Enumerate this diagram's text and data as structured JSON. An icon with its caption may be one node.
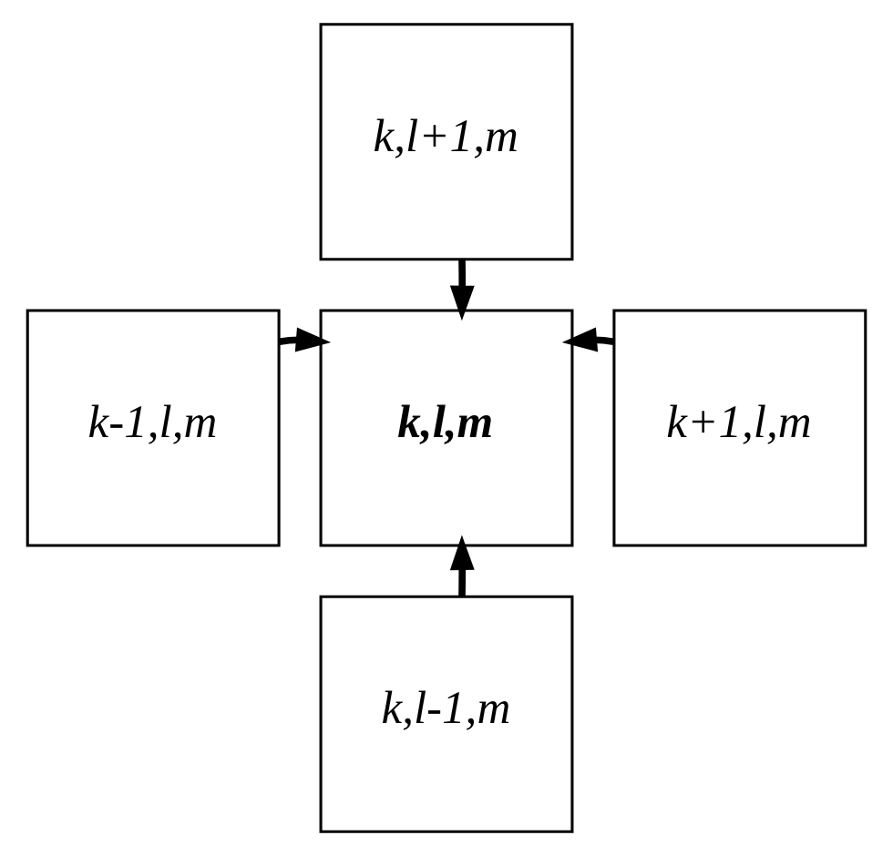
{
  "diagram": {
    "nodes": [
      {
        "text": [
          "k,l+1,m"
        ]
      },
      {
        "text": [
          "k-1,l,m"
        ]
      },
      {
        "text": [
          "k,l,m"
        ]
      },
      {
        "text": [
          "k+1,l,m"
        ]
      },
      {
        "text": [
          "k,l-1,m"
        ]
      }
    ],
    "edges": [
      {
        "from": 0,
        "to": 2,
        "arrow": "to"
      },
      {
        "from": 1,
        "to": 2,
        "arrow": "to"
      },
      {
        "from": 3,
        "to": 2,
        "arrow": "to"
      },
      {
        "from": 4,
        "to": 2,
        "arrow": "to"
      }
    ]
  }
}
